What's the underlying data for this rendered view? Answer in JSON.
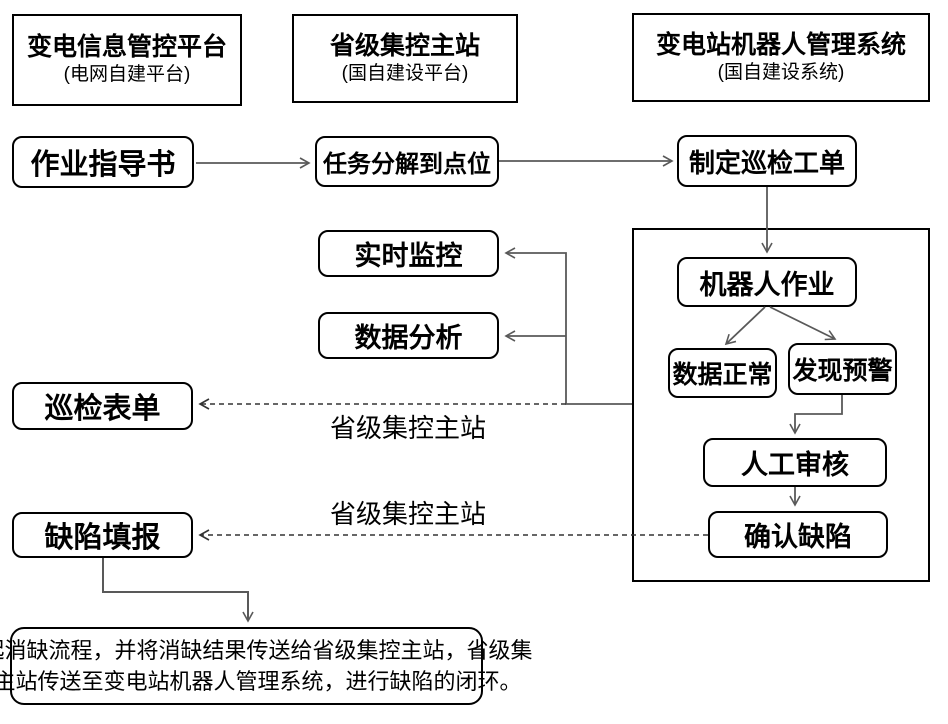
{
  "diagram": {
    "headers": [
      {
        "title": "变电信息管控平台",
        "subtitle": "(电网自建平台)"
      },
      {
        "title": "省级集控主站",
        "subtitle": "(国自建设平台)"
      },
      {
        "title": "变电站机器人管理系统",
        "subtitle": "(国自建设系统)"
      }
    ],
    "nodes": {
      "work_instruction": "作业指导书",
      "task_breakdown": "任务分解到点位",
      "create_order": "制定巡检工单",
      "realtime_monitor": "实时监控",
      "data_analysis": "数据分析",
      "inspection_form": "巡检表单",
      "defect_report": "缺陷填报",
      "robot_operation": "机器人作业",
      "data_normal": "数据正常",
      "warning_found": "发现预警",
      "manual_review": "人工审核",
      "confirm_defect": "确认缺陷"
    },
    "edge_labels": [
      "省级集控主站",
      "省级集控主站"
    ],
    "closing_note": {
      "line1": "发起消缺流程，并将消缺结果传送给省级集控主站，省级集",
      "line2": "控主站传送至变电站机器人管理系统，进行缺陷的闭环。"
    }
  },
  "colors": {
    "background": "#ffffff",
    "box_border": "#000000",
    "text": "#000000",
    "solid_line": "#595959",
    "dashed_line": "#333333"
  }
}
